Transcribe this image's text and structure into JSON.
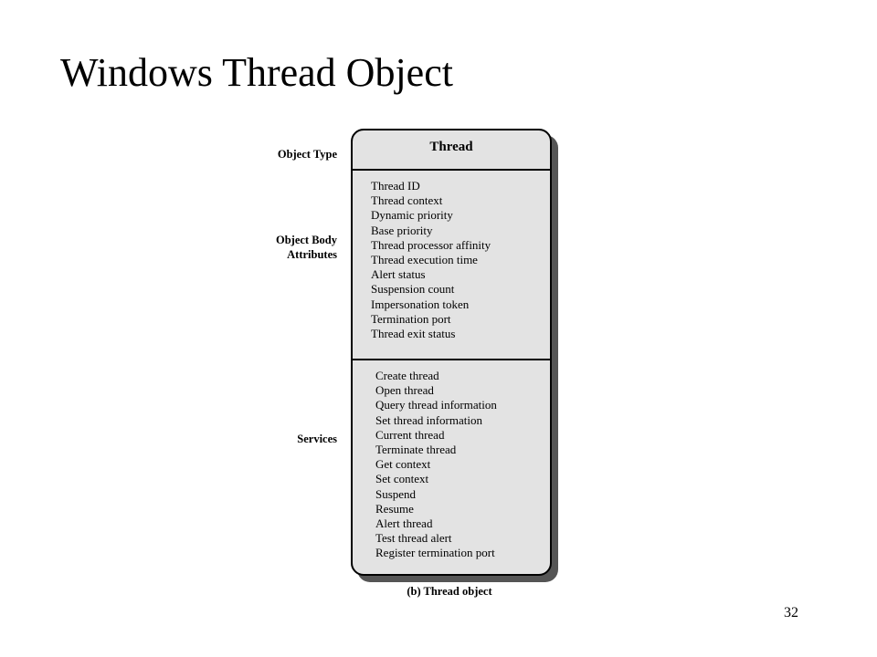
{
  "slide": {
    "title": "Windows Thread Object",
    "page_number": "32"
  },
  "diagram": {
    "labels": {
      "object_type": "Object Type",
      "object_body_attributes": "Object Body\nAttributes",
      "services": "Services"
    },
    "header": "Thread",
    "attributes": [
      "Thread ID",
      "Thread context",
      "Dynamic priority",
      "Base priority",
      "Thread processor affinity",
      "Thread execution time",
      "Alert status",
      "Suspension count",
      "Impersonation token",
      "Termination port",
      "Thread exit status"
    ],
    "services": [
      "Create thread",
      "Open thread",
      "Query thread information",
      "Set thread information",
      "Current thread",
      "Terminate thread",
      "Get context",
      "Set context",
      "Suspend",
      "Resume",
      "Alert thread",
      "Test thread alert",
      "Register termination port"
    ],
    "caption": "(b) Thread object"
  }
}
